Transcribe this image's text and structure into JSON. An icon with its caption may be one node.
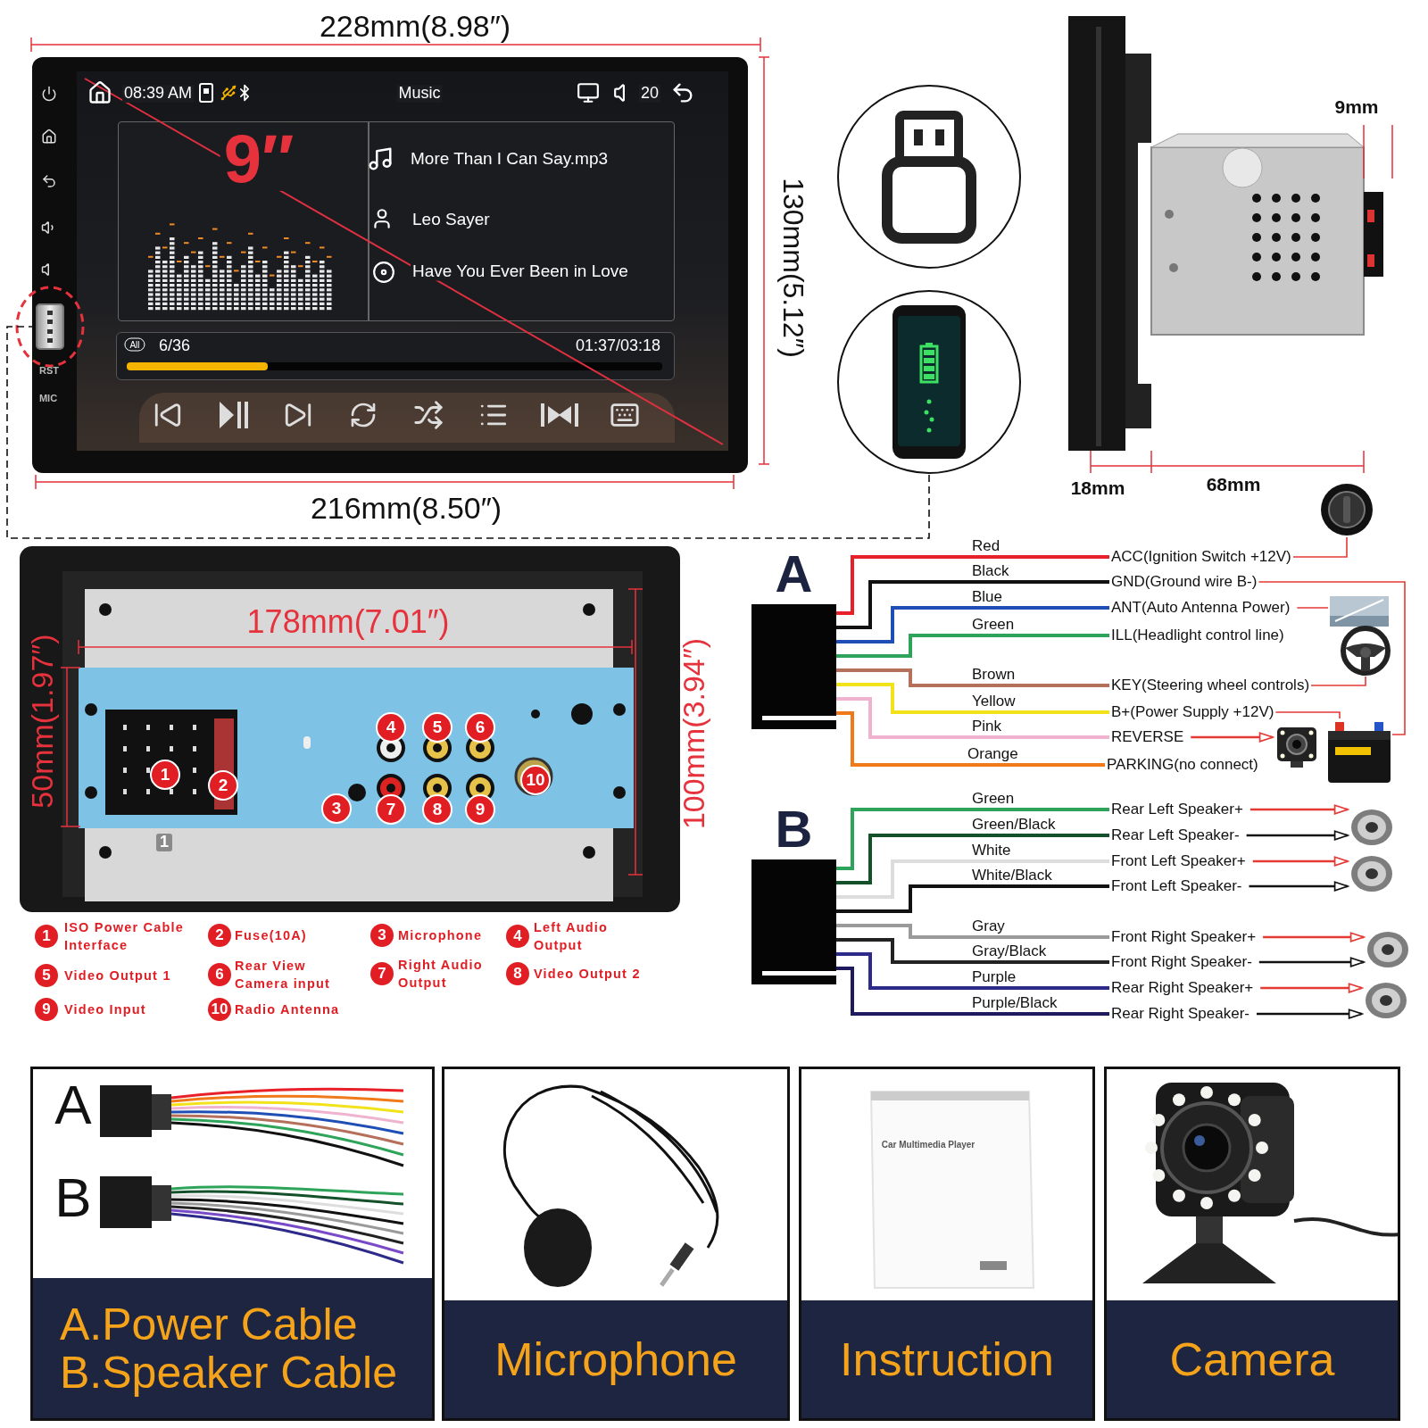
{
  "diagram": {
    "nodes": [
      {
        "text": [],
        "shape": "picture"
      },
      {
        "text": [],
        "shape": "circle"
      },
      {
        "text": [],
        "shape": "circle"
      },
      {
        "text": [
          "A"
        ]
      },
      {
        "text": [
          "ACC(Ignition Switch +12V)"
        ]
      },
      {
        "text": [
          "GND(Ground wire B-)"
        ]
      },
      {
        "text": [
          "ANT(Auto Antenna Power)"
        ]
      },
      {
        "text": [
          "ILL(Headlight control line)"
        ]
      },
      {
        "text": [
          "KEY(Steering wheel controls)"
        ]
      },
      {
        "text": [
          "B+(Power Supply +12V)"
        ]
      },
      {
        "text": [
          "REVERSE"
        ]
      },
      {
        "text": [
          "PARKING(no connect)"
        ]
      },
      {
        "text": [],
        "shape": "picture"
      },
      {
        "text": [],
        "shape": "picture"
      },
      {
        "text": [],
        "shape": "picture"
      },
      {
        "text": [],
        "shape": "picture"
      },
      {
        "text": [],
        "shape": "picture"
      },
      {
        "text": [
          "B"
        ]
      },
      {
        "text": [
          "Rear Left Speaker+"
        ]
      },
      {
        "text": [
          "Rear Left Speaker-"
        ]
      },
      {
        "text": [
          "Front Left Speaker+"
        ]
      },
      {
        "text": [
          "Front Left Speaker-"
        ]
      },
      {
        "text": [
          "Front Right Speaker+"
        ]
      },
      {
        "text": [
          "Front Right Speaker-"
        ]
      },
      {
        "text": [
          "Rear Right Speaker+"
        ]
      },
      {
        "text": [
          "Rear Right Speaker-"
        ]
      },
      {
        "text": [],
        "shape": "picture"
      },
      {
        "text": [],
        "shape": "picture"
      },
      {
        "text": [],
        "shape": "picture"
      },
      {
        "text": [],
        "shape": "picture"
      },
      {
        "text": [
          "A.Power Cable",
          "B.Speaker Cable"
        ]
      },
      {
        "text": [
          "Microphone"
        ]
      },
      {
        "text": [
          "Instruction"
        ]
      },
      {
        "text": [
          "Camera"
        ]
      }
    ],
    "edges": [
      {
        "from": 3,
        "to": 4,
        "arrow": "none",
        "label": "Red",
        "color": "#e8202a"
      },
      {
        "from": 3,
        "to": 5,
        "arrow": "none",
        "label": "Black",
        "color": "#111111"
      },
      {
        "from": 3,
        "to": 6,
        "arrow": "none",
        "label": "Blue",
        "color": "#1f4fb5"
      },
      {
        "from": 3,
        "to": 7,
        "arrow": "none",
        "label": "Green",
        "color": "#2ea35a"
      },
      {
        "from": 3,
        "to": 8,
        "arrow": "none",
        "label": "Brown",
        "color": "#b5705c"
      },
      {
        "from": 3,
        "to": 9,
        "arrow": "none",
        "label": "Yellow",
        "color": "#f2e21a"
      },
      {
        "from": 3,
        "to": 10,
        "arrow": "none",
        "label": "Pink",
        "color": "#f0b3cf"
      },
      {
        "from": 3,
        "to": 11,
        "arrow": "none",
        "label": "Orange",
        "color": "#f07a1a"
      },
      {
        "from": 4,
        "to": 12,
        "arrow": "none",
        "color": "#e53935"
      },
      {
        "from": 5,
        "to": 16,
        "arrow": "none",
        "color": "#e53935"
      },
      {
        "from": 6,
        "to": 13,
        "arrow": "none",
        "color": "#e53935"
      },
      {
        "from": 8,
        "to": 14,
        "arrow": "none",
        "color": "#e53935"
      },
      {
        "from": 9,
        "to": 16,
        "arrow": "none",
        "color": "#e53935"
      },
      {
        "from": 10,
        "to": 15,
        "arrow": "to",
        "color": "#e53935"
      },
      {
        "from": 17,
        "to": 18,
        "arrow": "none",
        "label": "Green",
        "color": "#2ea35a"
      },
      {
        "from": 17,
        "to": 19,
        "arrow": "none",
        "label": "Green/Black",
        "color": "#14502a"
      },
      {
        "from": 17,
        "to": 20,
        "arrow": "none",
        "label": "White",
        "color": "#dddddd"
      },
      {
        "from": 17,
        "to": 21,
        "arrow": "none",
        "label": "White/Black",
        "color": "#111111"
      },
      {
        "from": 17,
        "to": 22,
        "arrow": "none",
        "label": "Gray",
        "color": "#9a9a9a"
      },
      {
        "from": 17,
        "to": 23,
        "arrow": "none",
        "label": "Gray/Black",
        "color": "#222222"
      },
      {
        "from": 17,
        "to": 24,
        "arrow": "none",
        "label": "Purple",
        "color": "#2d2a8a"
      },
      {
        "from": 17,
        "to": 25,
        "arrow": "none",
        "label": "Purple/Black",
        "color": "#1e1a5e"
      },
      {
        "from": 18,
        "to": 26,
        "arrow": "to",
        "color": "#e53935"
      },
      {
        "from": 19,
        "to": 26,
        "arrow": "to",
        "color": "#111111"
      },
      {
        "from": 20,
        "to": 27,
        "arrow": "to",
        "color": "#e53935"
      },
      {
        "from": 21,
        "to": 27,
        "arrow": "to",
        "color": "#111111"
      },
      {
        "from": 22,
        "to": 28,
        "arrow": "to",
        "color": "#e53935"
      },
      {
        "from": 23,
        "to": 28,
        "arrow": "to",
        "color": "#111111"
      },
      {
        "from": 24,
        "to": 29,
        "arrow": "to",
        "color": "#e53935"
      },
      {
        "from": 25,
        "to": 29,
        "arrow": "to",
        "color": "#111111"
      },
      {
        "from": 0,
        "to": 2,
        "arrow": "none",
        "style": "dashed",
        "color": "#111111"
      }
    ],
    "labels": [
      "228mm(8.98″)",
      "08:39 AM",
      "Music",
      "20",
      "More Than I Can Say.mp3",
      "Leo Sayer",
      "9″",
      "Have You Ever Been in Love",
      "All",
      "6/36",
      "01:37/03:18",
      "RST",
      "MIC",
      "130mm(5.12″)",
      "216mm(8.50″)",
      "9mm",
      "18mm",
      "68mm",
      "178mm(7.01″)",
      "50mm(1.97″)",
      "100mm(3.94″)",
      "1",
      "2",
      "3",
      "4",
      "5",
      "6",
      "7",
      "8",
      "9",
      "10",
      "1",
      "1",
      "ISO Power Cable Interface",
      "2",
      "Fuse(10A)",
      "3",
      "Microphone",
      "4",
      "Left Audio Output",
      "5",
      "Video Output 1",
      "6",
      "Rear View Camera input",
      "7",
      "Right Audio Output",
      "8",
      "Video Output 2",
      "9",
      "Video Input",
      "10",
      "Radio Antenna",
      "A",
      "B",
      "Car Multimedia Player"
    ]
  }
}
